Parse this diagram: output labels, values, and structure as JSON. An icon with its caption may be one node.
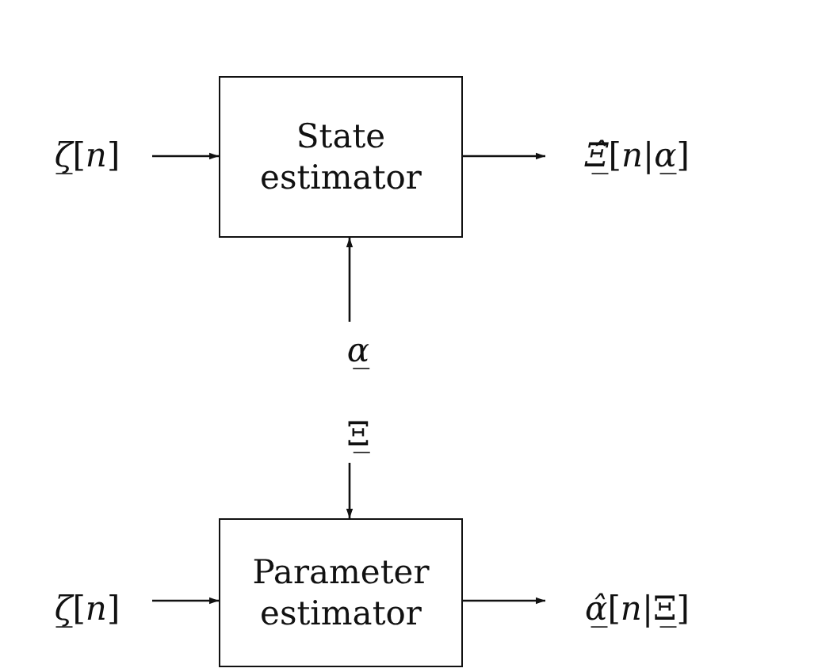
{
  "diagram": {
    "nodes": [
      {
        "text": [
          "*ζ̲*[*n*]"
        ]
      },
      {
        "text": [
          "State estimator"
        ]
      },
      {
        "text": [
          "*Ξ̲̂*[*n*|*α̲*]"
        ]
      },
      {
        "text": [
          "*α̲*"
        ]
      },
      {
        "text": [
          "Ξ̲"
        ]
      },
      {
        "text": [
          "*ζ̲*[*n*]"
        ]
      },
      {
        "text": [
          "Parameter estimator"
        ]
      },
      {
        "text": [
          "*α̲̂*[*n*|Ξ̲]"
        ]
      }
    ],
    "edges": [
      {
        "from": 0,
        "to": 1,
        "arrow": "to"
      },
      {
        "from": 1,
        "to": 2,
        "arrow": "to"
      },
      {
        "from": 3,
        "to": 1,
        "arrow": "to"
      },
      {
        "from": 4,
        "to": 6,
        "arrow": "to"
      },
      {
        "from": 5,
        "to": 6,
        "arrow": "to"
      },
      {
        "from": 6,
        "to": 7,
        "arrow": "to"
      }
    ]
  }
}
